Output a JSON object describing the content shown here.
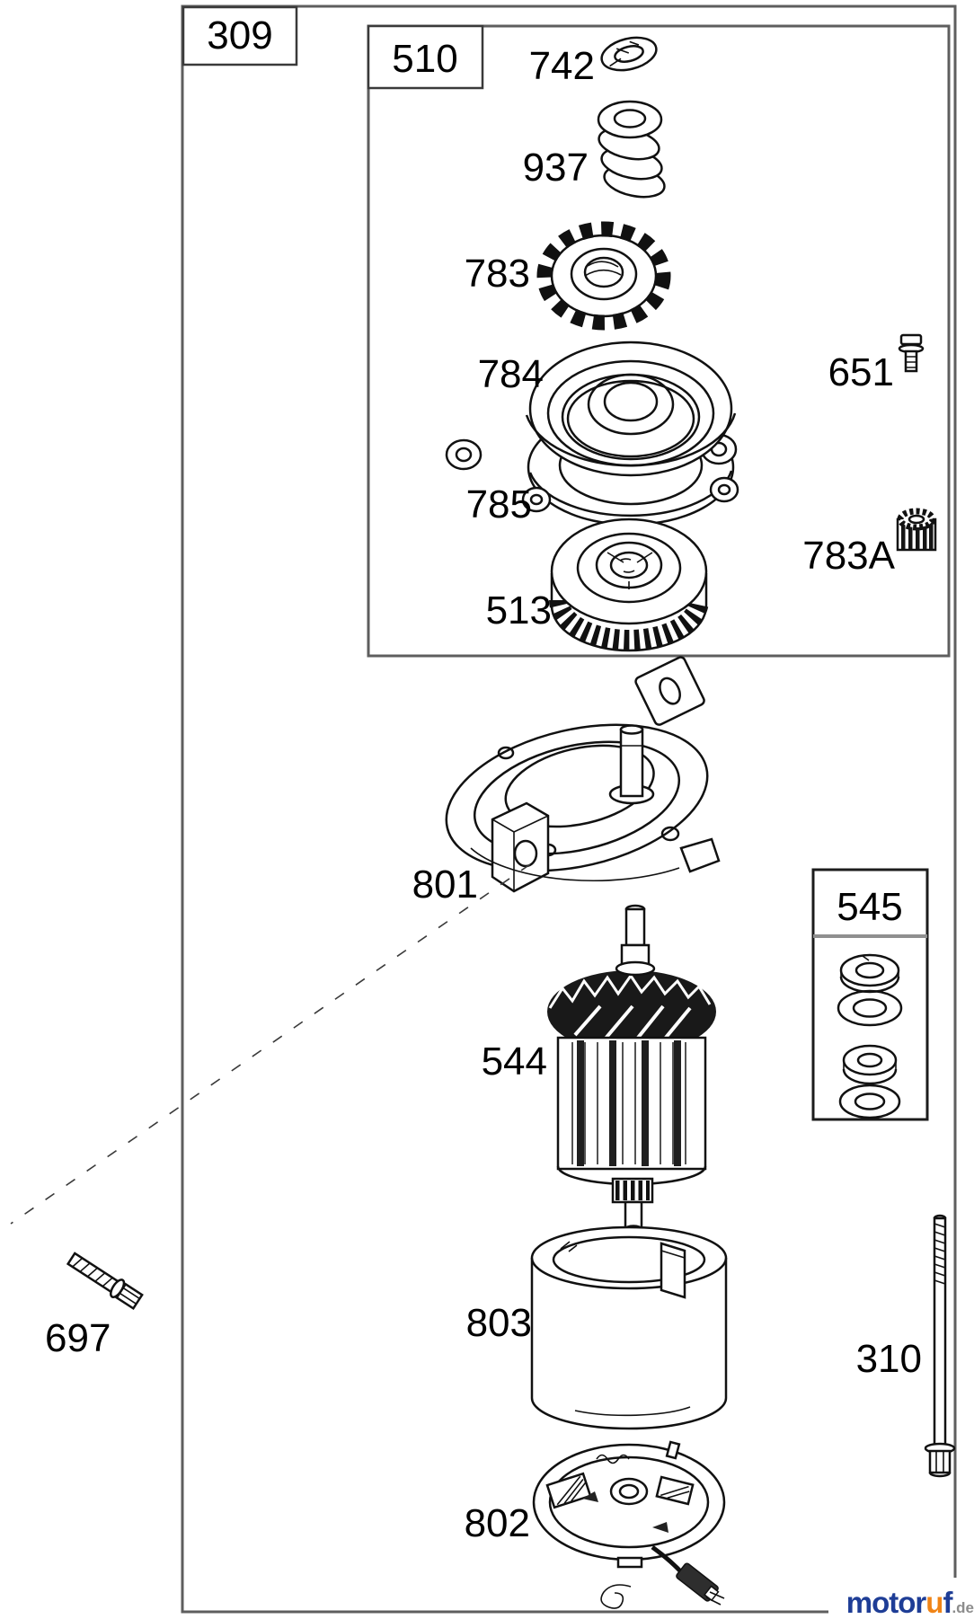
{
  "boxes": {
    "main": {
      "label": "309"
    },
    "starter_drive": {
      "label": "510"
    },
    "washer_set": {
      "label": "545"
    }
  },
  "parts": {
    "retainer_clip": {
      "label": "742"
    },
    "drive_spring": {
      "label": "937"
    },
    "drive_gear": {
      "label": "783"
    },
    "gear_cover": {
      "label": "784"
    },
    "screw": {
      "label": "651"
    },
    "gasket": {
      "label": "785"
    },
    "clutch": {
      "label": "513"
    },
    "pinion_gear": {
      "label": "783A"
    },
    "drive_end_cap": {
      "label": "801"
    },
    "armature": {
      "label": "544"
    },
    "mounting_bolt": {
      "label": "697"
    },
    "motor_housing": {
      "label": "803"
    },
    "through_bolt": {
      "label": "310"
    },
    "brush_end_cap": {
      "label": "802"
    }
  },
  "logo": {
    "part1": "motor",
    "part2": "u",
    "part3": "f",
    "suffix": ".de"
  },
  "colors": {
    "line": "#111111",
    "box_border": "#5e5e5e",
    "label_text": "#000000",
    "logo_blue": "#1e3d96",
    "logo_orange": "#f08416",
    "logo_gray": "#8c8c8c",
    "background": "#ffffff"
  }
}
